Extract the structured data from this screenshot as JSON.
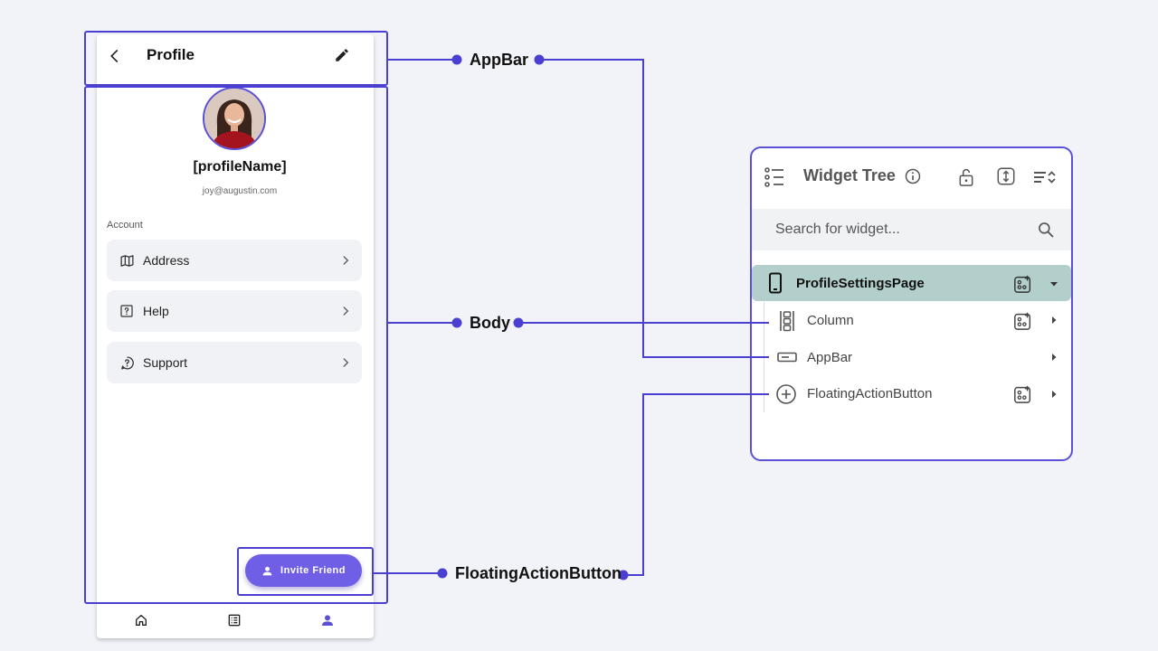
{
  "phone": {
    "appbar": {
      "title": "Profile",
      "back_icon": "arrow-back-icon",
      "edit_icon": "edit-icon"
    },
    "profile": {
      "name": "[profileName]",
      "email": "joy@augustin.com"
    },
    "section_label": "Account",
    "menu": [
      {
        "label": "Address",
        "icon": "map-icon"
      },
      {
        "label": "Help",
        "icon": "help-icon"
      },
      {
        "label": "Support",
        "icon": "support-icon"
      }
    ],
    "fab": {
      "label": "Invite Friend",
      "icon": "person-icon"
    },
    "nav": [
      {
        "icon": "home-icon",
        "active": false
      },
      {
        "icon": "list-icon",
        "active": false
      },
      {
        "icon": "person-icon",
        "active": true
      }
    ]
  },
  "callouts": {
    "appbar": "AppBar",
    "body": "Body",
    "fab": "FloatingActionButton"
  },
  "widget_tree": {
    "title": "Widget Tree",
    "search_placeholder": "Search for widget...",
    "root": {
      "label": "ProfileSettingsPage"
    },
    "children": [
      {
        "label": "Column"
      },
      {
        "label": "AppBar"
      },
      {
        "label": "FloatingActionButton"
      }
    ]
  },
  "colors": {
    "accent": "#4b3fd1",
    "fab": "#6f5fe6",
    "selected_row": "#b3cfcb",
    "background": "#f1f3f8"
  }
}
